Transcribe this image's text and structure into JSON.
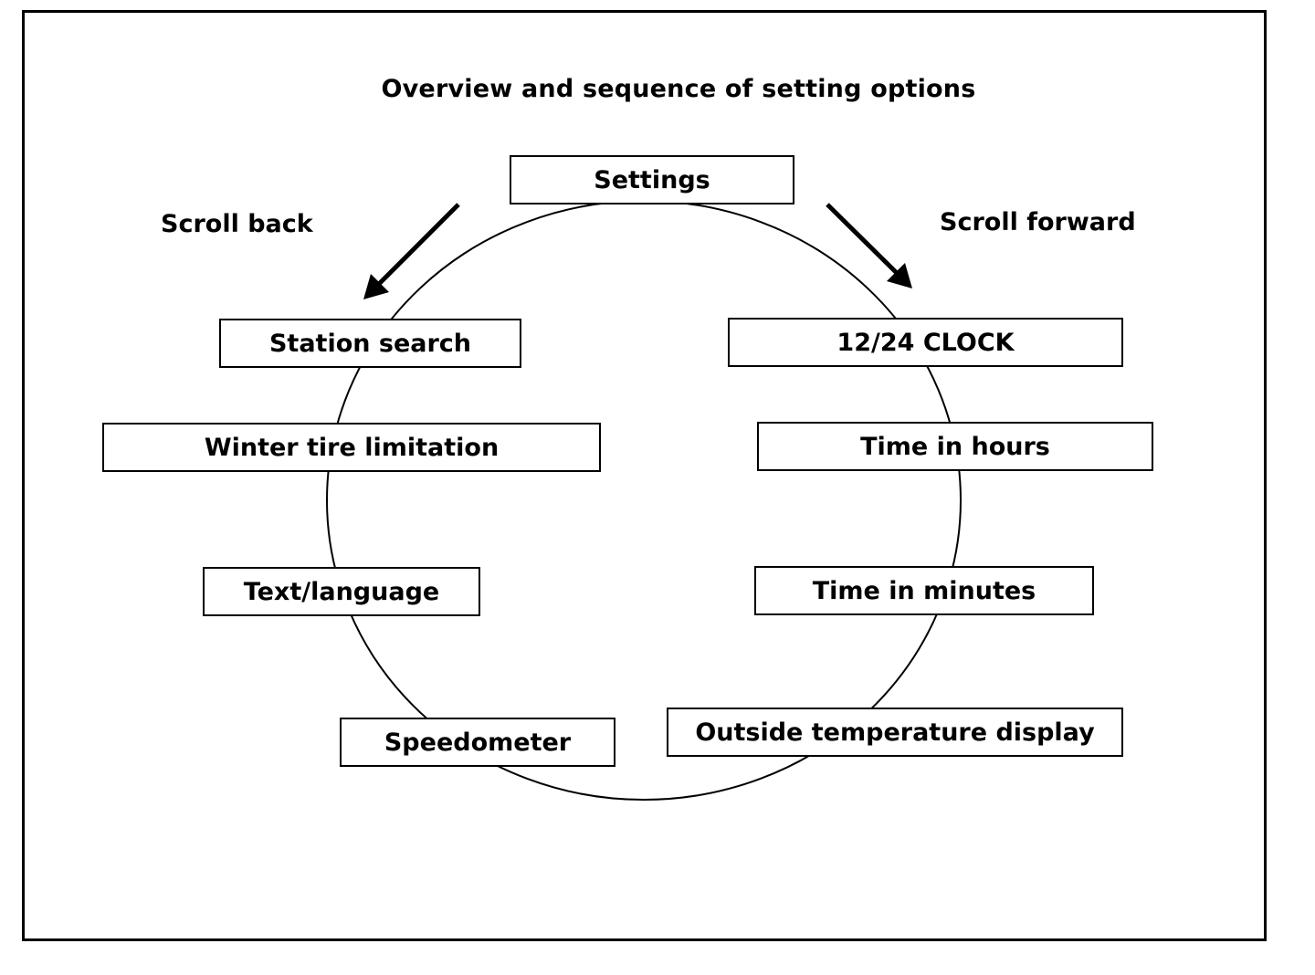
{
  "diagram": {
    "title": "Overview and sequence of setting options",
    "top_node": "Settings",
    "scroll_back_label": "Scroll back",
    "scroll_forward_label": "Scroll forward",
    "left_items": [
      "Station search",
      "Winter tire limitation",
      "Text/language",
      "Speedometer"
    ],
    "right_items": [
      "12/24 CLOCK",
      "Time in hours",
      "Time in minutes",
      "Outside temperature display"
    ],
    "line_color": "#000000",
    "background_color": "#ffffff"
  }
}
